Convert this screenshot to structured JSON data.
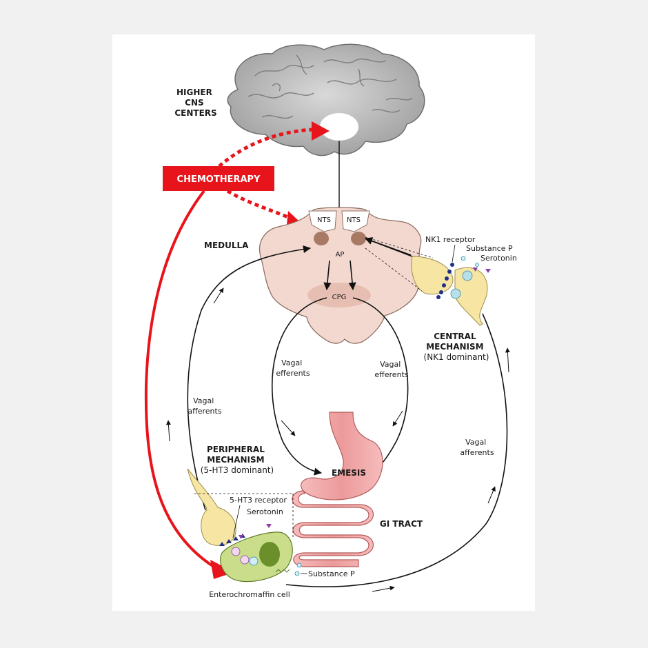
{
  "labels": {
    "higher_cns": [
      "HIGHER",
      "CNS",
      "CENTERS"
    ],
    "chemotherapy": "CHEMOTHERAPY",
    "medulla": "MEDULLA",
    "nts_left": "NTS",
    "nts_right": "NTS",
    "ap": "AP",
    "cpg": "CPG",
    "nk1_receptor": "NK1 receptor",
    "substance_p_top": "Substance P",
    "serotonin_top": "Serotonin",
    "central_mechanism": [
      "CENTRAL",
      "MECHANISM",
      "(NK1 dominant)"
    ],
    "vagal_efferents_left": [
      "Vagal",
      "efferents"
    ],
    "vagal_efferents_right": [
      "Vagal",
      "efferents"
    ],
    "vagal_afferents_left": [
      "Vagal",
      "afferents"
    ],
    "vagal_afferents_right": [
      "Vagal",
      "afferents"
    ],
    "peripheral_mechanism": [
      "PERIPHERAL",
      "MECHANISM",
      "(5-HT3 dominant)"
    ],
    "emesis": "EMESIS",
    "gi_tract": "GI TRACT",
    "ht3_receptor": "5-HT3 receptor",
    "serotonin_bottom": "Serotonin",
    "substance_p_bottom": "Substance P",
    "enterochromaffin": "Enterochromaffin cell"
  },
  "colors": {
    "background": "#f1f1f1",
    "panel": "#ffffff",
    "chemo_red": "#e8141b",
    "brain_gray": "#bfbfbf",
    "medulla_pink": "#f2d8cf",
    "nucleus_brown": "#a87a66",
    "neuron_yellow": "#f7e6a3",
    "ec_cell_green": "#c9dd8a",
    "gut_pink": "#f0a0a0"
  }
}
